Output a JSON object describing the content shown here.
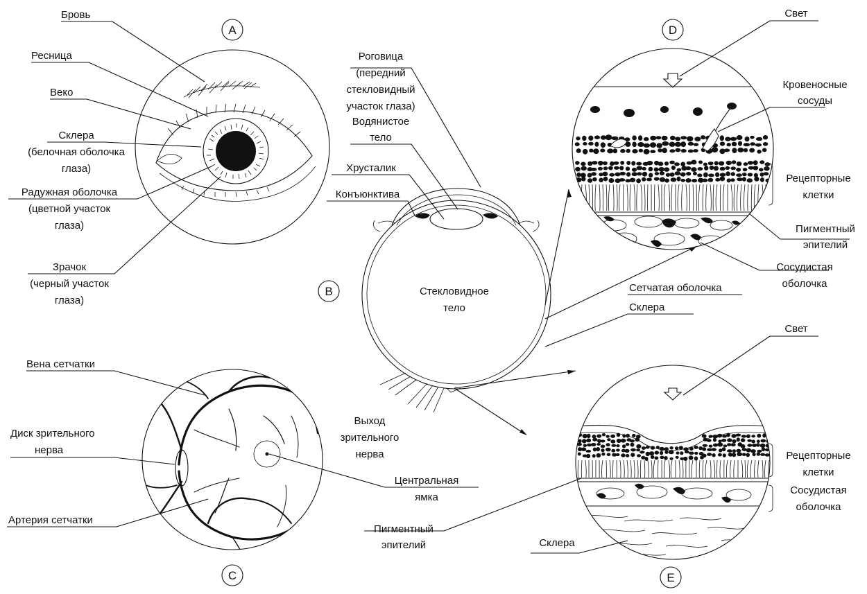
{
  "panels": {
    "a": "A",
    "b": "B",
    "c": "C",
    "d": "D",
    "e": "E"
  },
  "labels_a": {
    "brow": "Бровь",
    "eyelash": "Ресница",
    "eyelid": "Веко",
    "sclera": [
      "Склера",
      "(белочная оболочка",
      "глаза)"
    ],
    "iris": [
      "Радужная оболочка",
      "(цветной участок",
      "глаза)"
    ],
    "pupil": [
      "Зрачок",
      "(черный участок",
      "глаза)"
    ]
  },
  "labels_b": {
    "cornea": [
      "Роговица",
      "(передний",
      "стекловидный",
      "участок глаза)"
    ],
    "aqueous": [
      "Водянистое",
      "тело"
    ],
    "lens": "Хрусталик",
    "conjunctiva": "Конъюнктива",
    "vitreous": [
      "Стекловидное",
      "тело"
    ],
    "optic_exit": [
      "Выход",
      "зрительного",
      "нерва"
    ],
    "retina": "Сетчатая оболочка",
    "sclera": "Склера"
  },
  "labels_c": {
    "retinal_vein": "Вена сетчатки",
    "optic_disc": [
      "Диск зрительного",
      "нерва"
    ],
    "retinal_artery": "Артерия сетчатки",
    "fovea": [
      "Центральная",
      "ямка"
    ]
  },
  "labels_d": {
    "light": "Свет",
    "blood_vessels": [
      "Кровеносные",
      "сосуды"
    ],
    "receptor_cells": [
      "Рецепторные",
      "клетки"
    ],
    "pigment_epithelium": [
      "Пигментный",
      "эпителий"
    ],
    "choroid": [
      "Сосудистая",
      "оболочка"
    ]
  },
  "labels_e": {
    "light": "Свет",
    "receptor_cells": [
      "Рецепторные",
      "клетки"
    ],
    "choroid": [
      "Сосудистая",
      "оболочка"
    ],
    "pigment_epithelium": [
      "Пигментный",
      "эпителий"
    ],
    "sclera": "Склера"
  }
}
